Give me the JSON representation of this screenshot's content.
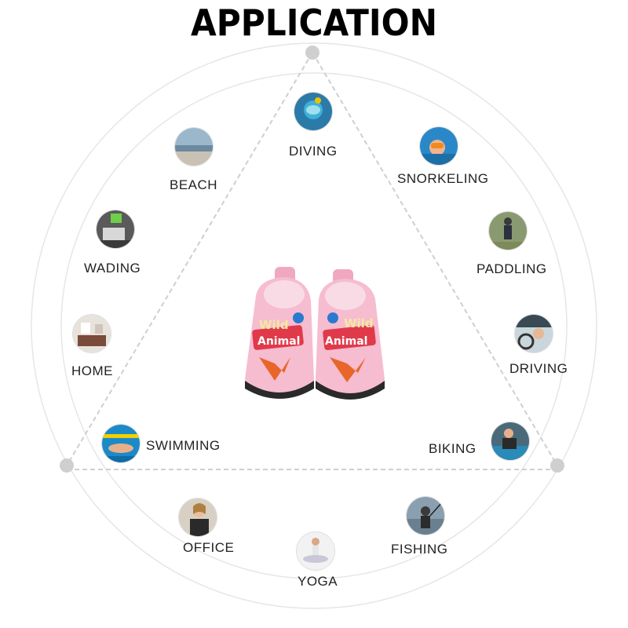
{
  "title": "APPLICATION",
  "product": {
    "brand_text_left": "Wild Animal",
    "brand_text_right": "Wild Animal",
    "color": "#f4b8cc"
  },
  "activities": [
    {
      "id": "diving",
      "label": "DIVING",
      "icon": "diver-photo-icon"
    },
    {
      "id": "snorkeling",
      "label": "SNORKELING",
      "icon": "snorkeler-photo-icon"
    },
    {
      "id": "beach",
      "label": "BEACH",
      "icon": "beach-photo-icon"
    },
    {
      "id": "wading",
      "label": "WADING",
      "icon": "wading-photo-icon"
    },
    {
      "id": "paddling",
      "label": "PADDLING",
      "icon": "paddling-photo-icon"
    },
    {
      "id": "home",
      "label": "HOME",
      "icon": "home-photo-icon"
    },
    {
      "id": "driving",
      "label": "DRIVING",
      "icon": "driving-photo-icon"
    },
    {
      "id": "swimming",
      "label": "SWIMMING",
      "icon": "swimming-photo-icon"
    },
    {
      "id": "biking",
      "label": "BIKING",
      "icon": "biking-photo-icon"
    },
    {
      "id": "office",
      "label": "OFFICE",
      "icon": "office-photo-icon"
    },
    {
      "id": "fishing",
      "label": "FISHING",
      "icon": "fishing-photo-icon"
    },
    {
      "id": "yoga",
      "label": "YOGA",
      "icon": "yoga-photo-icon"
    }
  ]
}
